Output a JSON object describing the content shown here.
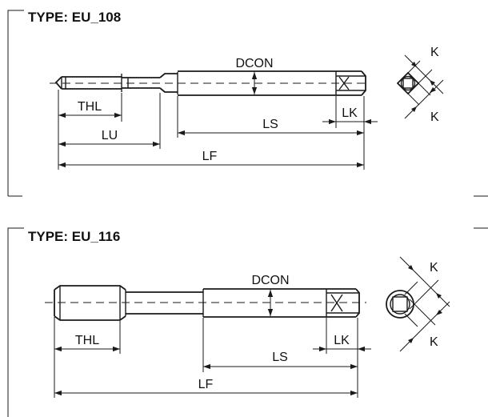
{
  "top": {
    "title": "TYPE: EU_108",
    "labels": {
      "dcon": "DCON",
      "thl": "THL",
      "lu": "LU",
      "ls": "LS",
      "lk": "LK",
      "lf": "LF",
      "k1": "K",
      "k2": "K"
    }
  },
  "bottom": {
    "title": "TYPE: EU_116",
    "labels": {
      "dcon": "DCON",
      "thl": "THL",
      "ls": "LS",
      "lk": "LK",
      "lf": "LF",
      "k1": "K",
      "k2": "K"
    }
  }
}
